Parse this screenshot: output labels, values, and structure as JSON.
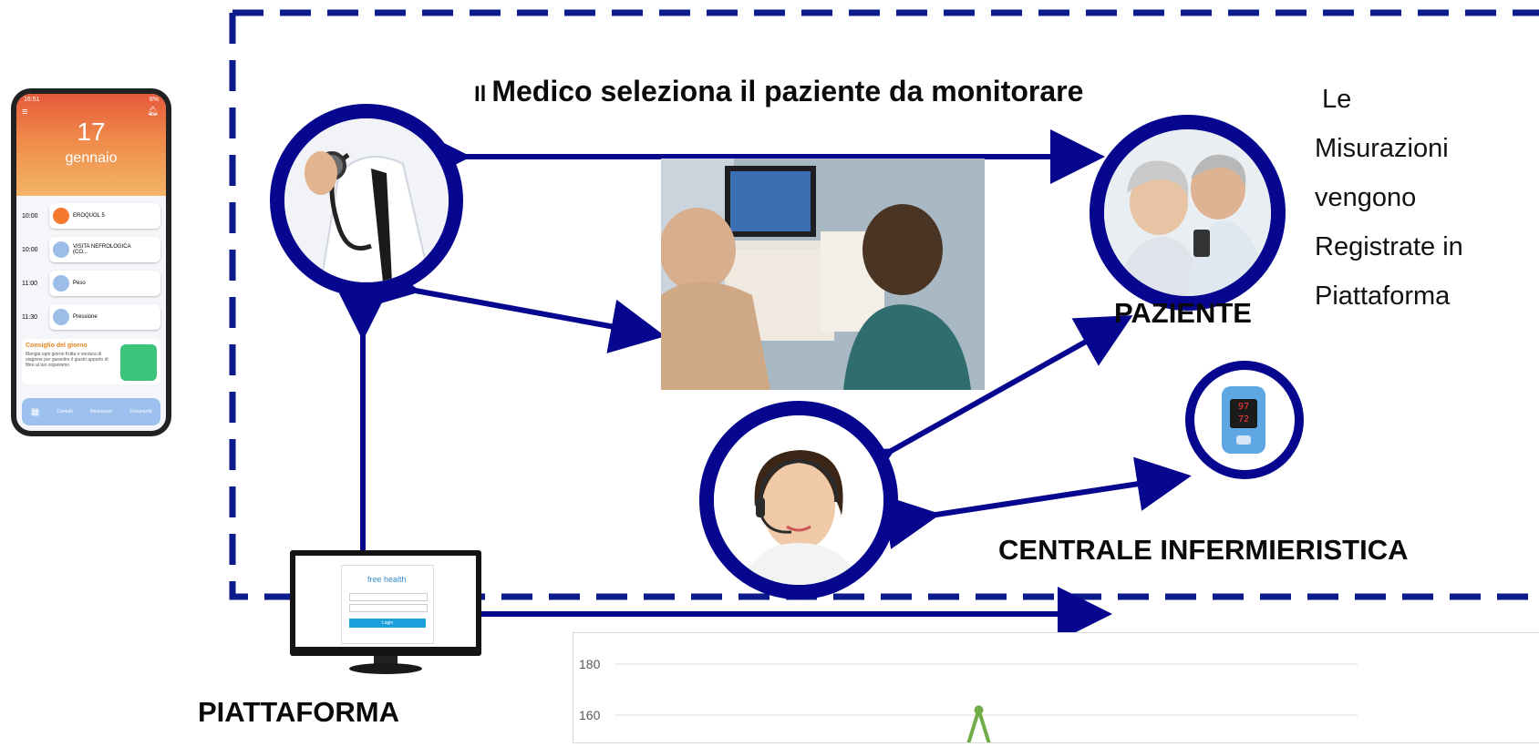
{
  "header": {
    "title_prefix": "Il",
    "title_main": "Medico seleziona il paziente da monitorare"
  },
  "side_note": {
    "lines": [
      "Le",
      "Misurazioni",
      "vengono",
      "Registrate  in",
      "Piattaforma"
    ]
  },
  "labels": {
    "paziente": "PAZIENTE",
    "centrale": "CENTRALE INFERMIERISTICA",
    "piattaforma": "PIATTAFORMA"
  },
  "phone": {
    "status_time": "16:51",
    "battery": "8%",
    "day": "17",
    "month": "gennaio",
    "agenda": [
      {
        "time": "10:00",
        "label": "EROQUOL 5"
      },
      {
        "time": "10:00",
        "label": "VISITA NEFROLOGICA (CO..."
      },
      {
        "time": "11:00",
        "label": "Peso"
      },
      {
        "time": "11:30",
        "label": "Pressione"
      }
    ],
    "tip_title": "Consiglio del giorno",
    "tip_text": "Mangia ogni giorno frutta e verdura di stagione per garantire il giusto apporto di fibre al tuo organismo",
    "nav": [
      "",
      "Contatti",
      "Benessere",
      "Documenti"
    ]
  },
  "platform_screen": {
    "logo_text": "free health",
    "login_button": "Login"
  },
  "oximeter": {
    "reading_top": "97",
    "reading_bottom": "72"
  },
  "chart_data": {
    "type": "line",
    "y_ticks": [
      180,
      160
    ],
    "ylim": [
      150,
      180
    ],
    "series": [
      {
        "color": "#70ad47",
        "points": [
          {
            "x": 0.48,
            "y": 162
          },
          {
            "x": 0.46,
            "y": 150
          },
          {
            "x": 0.5,
            "y": 150
          }
        ]
      }
    ]
  },
  "colors": {
    "primary": "#06068f",
    "dash": "#0d1a8c",
    "series": "#70ad47"
  }
}
